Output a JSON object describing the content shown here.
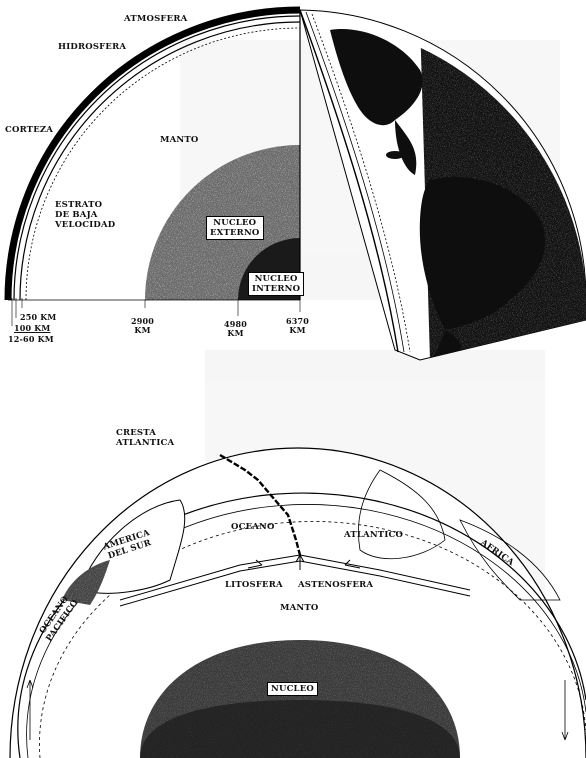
{
  "figure_top": {
    "layers": {
      "atmosfera": "ATMOSFERA",
      "hidrosfera": "HIDROSFERA",
      "corteza": "CORTEZA",
      "manto": "MANTO",
      "estrato": "ESTRATO\nDE BAJA\nVELOCIDAD",
      "nucleo_externo": "NUCLEO\nEXTERNO",
      "nucleo_interno": "NUCLEO\nINTERNO"
    },
    "depths": {
      "d250": "250 Km",
      "d100": "100 Km",
      "d12_60": "12-60 Km",
      "d2900": "2900\nKm",
      "d4980": "4980\nKm",
      "d6370": "6370\nKm"
    }
  },
  "figure_bottom": {
    "labels": {
      "cresta": "CRESTA\nATLANTICA",
      "oceano": "OCEANO",
      "atlantico": "ATLANTICO",
      "america": "AMERICA\nDEL SUR",
      "africa": "AFRICA",
      "litosfera": "LITOSFERA",
      "astenosfera": "ASTENOSFERA",
      "manto": "MANTO",
      "pacifico": "OCEANO\nPACIFICO",
      "nucleo": "NUCLEO"
    }
  },
  "colors": {
    "ink": "#111111",
    "paper": "#ffffff",
    "core_dark": "#2a2a2a",
    "core_mid": "#555555"
  }
}
